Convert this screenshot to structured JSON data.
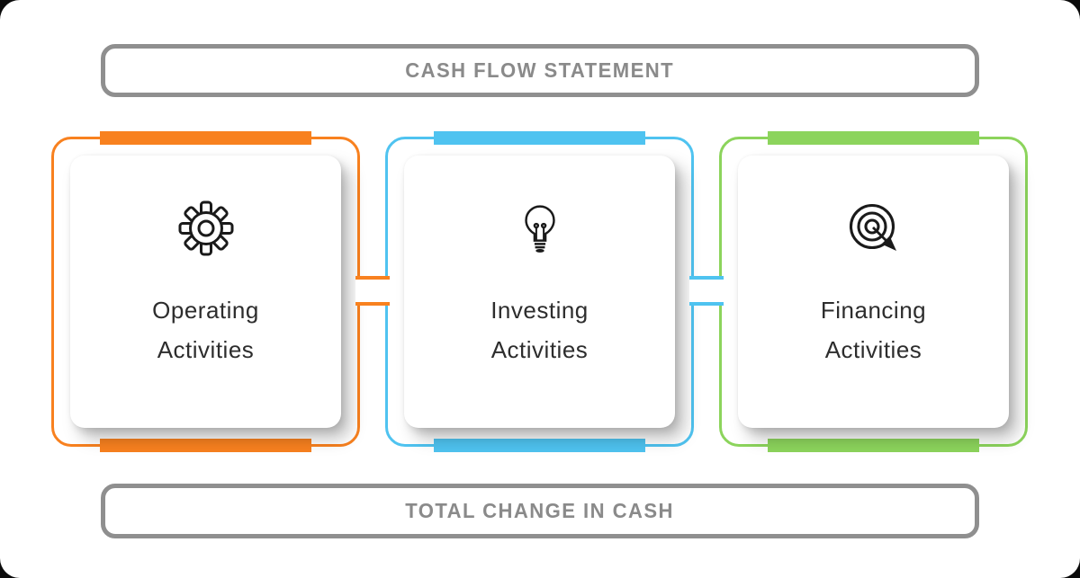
{
  "title_banner": {
    "label": "CASH FLOW STATEMENT"
  },
  "footer_banner": {
    "label": "TOTAL CHANGE IN CASH"
  },
  "boxes": [
    {
      "name": "operating",
      "icon": "gear-icon",
      "line1": "Operating",
      "line2": "Activities",
      "accent": "#F8811F"
    },
    {
      "name": "investing",
      "icon": "lightbulb-icon",
      "line1": "Investing",
      "line2": "Activities",
      "accent": "#4FC3F0"
    },
    {
      "name": "financing",
      "icon": "target-icon",
      "line1": "Financing",
      "line2": "Activities",
      "accent": "#8CD45C"
    }
  ],
  "colors": {
    "banner_text_gray": "#8A8A8A",
    "banner_border_gray": "#8F8F8F",
    "orange": "#F8811F",
    "blue": "#4FC3F0",
    "green": "#8CD45C",
    "label_text": "#2D2D2D",
    "icon_stroke": "#1A1A1A"
  }
}
